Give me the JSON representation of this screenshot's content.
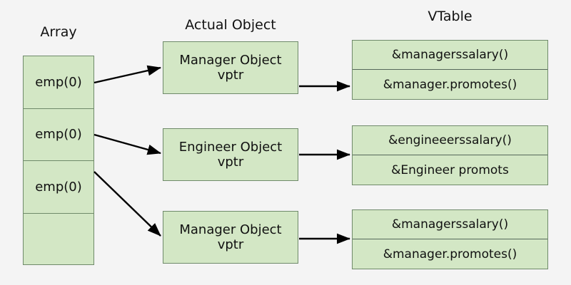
{
  "diagram": {
    "background_color": "#f4f4f4",
    "box_fill_color": "#d3e7c5",
    "box_border_color": "#6f8a6a",
    "arrow_color": "#000000",
    "columns": {
      "array_title": "Array",
      "actual_object_title": "Actual Object",
      "vtable_title": "VTable"
    },
    "array": {
      "cells": [
        {
          "label": "emp(0)"
        },
        {
          "label": "emp(0)"
        },
        {
          "label": "emp(0)"
        },
        {
          "label": ""
        }
      ]
    },
    "objects": [
      {
        "line1": "Manager Object",
        "line2": "vptr"
      },
      {
        "line1": "Engineer Object",
        "line2": "vptr"
      },
      {
        "line1": "Manager Object",
        "line2": "vptr"
      }
    ],
    "vtables": [
      {
        "row1": "&managerssalary()",
        "row2": "&manager.promotes()"
      },
      {
        "row1": "&engineeerssalary()",
        "row2": "&Engineer promots"
      },
      {
        "row1": "&managerssalary()",
        "row2": "&manager.promotes()"
      }
    ],
    "connections": [
      {
        "from": "array-cell-0",
        "to": "object-0"
      },
      {
        "from": "array-cell-1",
        "to": "object-1"
      },
      {
        "from": "array-cell-2",
        "to": "object-2"
      },
      {
        "from": "object-0",
        "to": "vtable-0"
      },
      {
        "from": "object-1",
        "to": "vtable-1"
      },
      {
        "from": "object-2",
        "to": "vtable-2"
      }
    ]
  }
}
